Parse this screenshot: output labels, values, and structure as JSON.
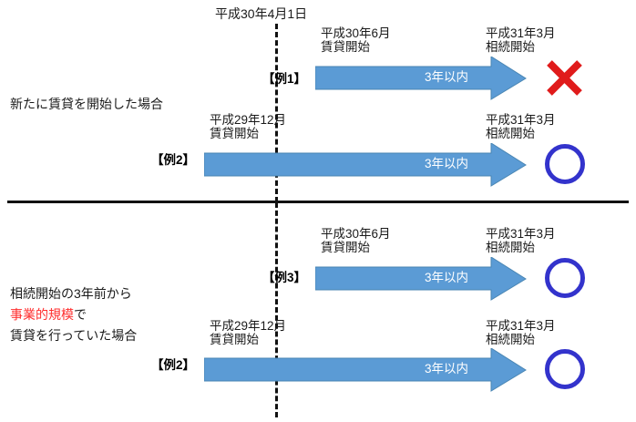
{
  "diagram": {
    "title_date": "平成30年4月1日",
    "divider_color": "#111111",
    "arrow_color": "#5b9bd5",
    "ok_color": "#3333cc",
    "ng_color": "#e01b1b",
    "accent_red": "#ff2e2e"
  },
  "sections": [
    {
      "id": "section-new-rental",
      "caption_lines": [
        "新たに賃貸を開始した場合"
      ],
      "rows": [
        {
          "case_label": "【例1】",
          "start_label_line1": "平成30年6月",
          "start_label_line2": "賃貸開始",
          "end_label_line1": "平成31年3月",
          "end_label_line2": "相続開始",
          "duration_label": "3年以内",
          "result": "cross",
          "result_name": "cross-mark"
        },
        {
          "case_label": "【例2】",
          "start_label_line1": "平成29年12月",
          "start_label_line2": "賃貸開始",
          "end_label_line1": "平成31年3月",
          "end_label_line2": "相続開始",
          "duration_label": "3年以内",
          "result": "circle",
          "result_name": "circle-mark"
        }
      ]
    },
    {
      "id": "section-business-scale",
      "caption_lines": [
        "相続開始の3年前から",
        "事業的規模",
        "で",
        "賃貸を行っていた場合"
      ],
      "caption_line1": "相続開始の3年前から",
      "caption_line2_red": "事業的規模",
      "caption_line2_tail": "で",
      "caption_line3": "賃貸を行っていた場合",
      "rows": [
        {
          "case_label": "【例3】",
          "start_label_line1": "平成30年6月",
          "start_label_line2": "賃貸開始",
          "end_label_line1": "平成31年3月",
          "end_label_line2": "相続開始",
          "duration_label": "3年以内",
          "result": "circle",
          "result_name": "circle-mark"
        },
        {
          "case_label": "【例2】",
          "start_label_line1": "平成29年12月",
          "start_label_line2": "賃貸開始",
          "end_label_line1": "平成31年3月",
          "end_label_line2": "相続開始",
          "duration_label": "3年以内",
          "result": "circle",
          "result_name": "circle-mark"
        }
      ]
    }
  ]
}
